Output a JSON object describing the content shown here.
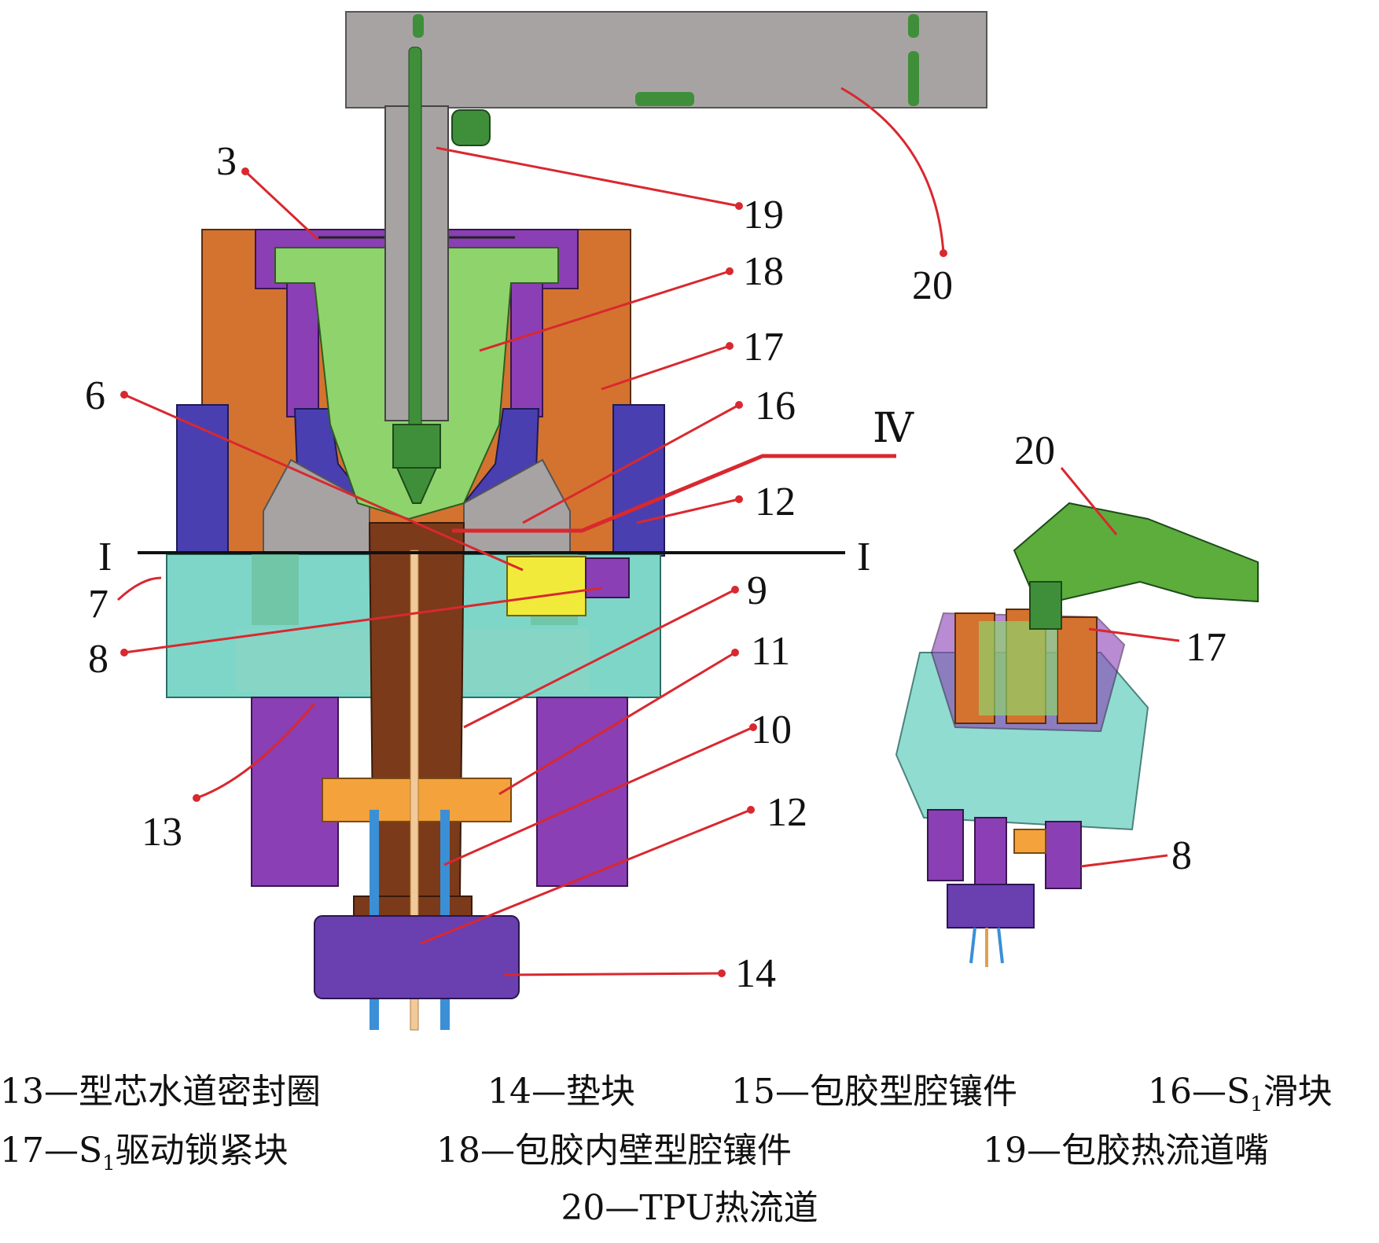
{
  "labels": {
    "n3": "3",
    "n6": "6",
    "n7": "7",
    "n8a": "8",
    "n9": "9",
    "n10": "10",
    "n11": "11",
    "n12a": "12",
    "n12b": "12",
    "n13": "13",
    "n14": "14",
    "n16": "16",
    "n17a": "17",
    "n17b": "17",
    "n18": "18",
    "n19": "19",
    "n20a": "20",
    "n20b": "20",
    "n8b": "8",
    "section_iv": "Ⅳ",
    "section_i_left": "I",
    "section_i_right": "I"
  },
  "caption": {
    "c13": "13—型芯水道密封圈",
    "c14": "14—垫块",
    "c15": "15—包胶型腔镶件",
    "c16_pre": "16—S",
    "c16_sub": "1",
    "c16_post": "滑块",
    "c17_pre": "17—S",
    "c17_sub": "1",
    "c17_post": "驱动锁紧块",
    "c18": "18—包胶内壁型腔镶件",
    "c19": "19—包胶热流道嘴",
    "c20": "20—TPU热流道"
  },
  "colors": {
    "plate_grey": "#a7a3a3",
    "orange": "#d4732f",
    "purple": "#8a3fb5",
    "blue_violet": "#4a3fb0",
    "green": "#8fd36c",
    "teal": "#7ed6c8",
    "brown": "#7b3a1a",
    "yellow": "#f2ea3a",
    "light_orange": "#f4a23b",
    "leader_red": "#d9282f"
  }
}
